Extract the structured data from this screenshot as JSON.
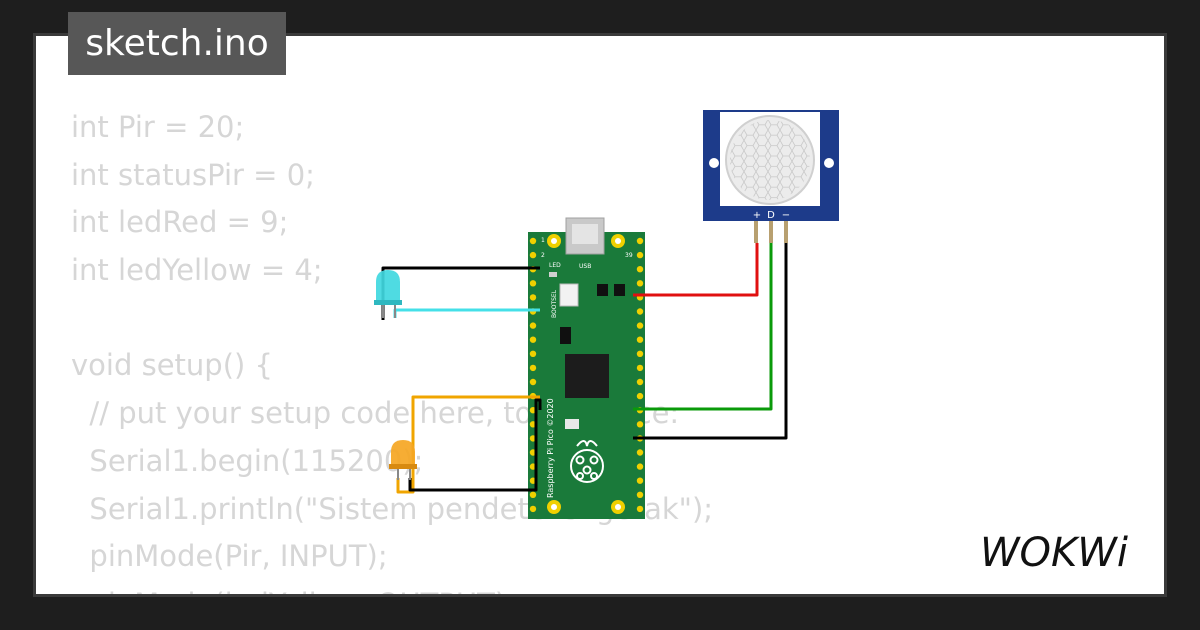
{
  "file_tab": {
    "label": "sketch.ino"
  },
  "code": {
    "lines": [
      "int Pir = 20;",
      "int statusPir = 0;",
      "int ledRed = 9;",
      "int ledYellow = 4;",
      "",
      "void setup() {",
      "  // put your setup code here, to run once:",
      "  Serial1.begin(115200);",
      "  Serial1.println(\"Sistem pendeteksi gerak\");",
      "  pinMode(Pir, INPUT);",
      "  pinMode(ledYellow, OUTPUT);"
    ]
  },
  "board": {
    "name": "Raspberry Pi Pico ©2020",
    "usb_label": "USB",
    "bootsel_label": "BOOTSEL",
    "led_label": "LED",
    "pin_top_left": "1",
    "pin_top_left_2": "2",
    "pin_top_right": "39"
  },
  "pir_sensor": {
    "pin_labels": [
      "+",
      "D",
      "−"
    ]
  },
  "wires": {
    "black": "#000000",
    "cyan": "#44e0e8",
    "orange": "#f0a500",
    "red": "#e01010",
    "green": "#0a9a0a"
  },
  "colors": {
    "board_green": "#1a7a3a",
    "pir_blue": "#1a3a8a",
    "led_cyan": "#40d8e0",
    "led_orange": "#f5a623"
  },
  "logo": {
    "text": "WOKWi"
  }
}
